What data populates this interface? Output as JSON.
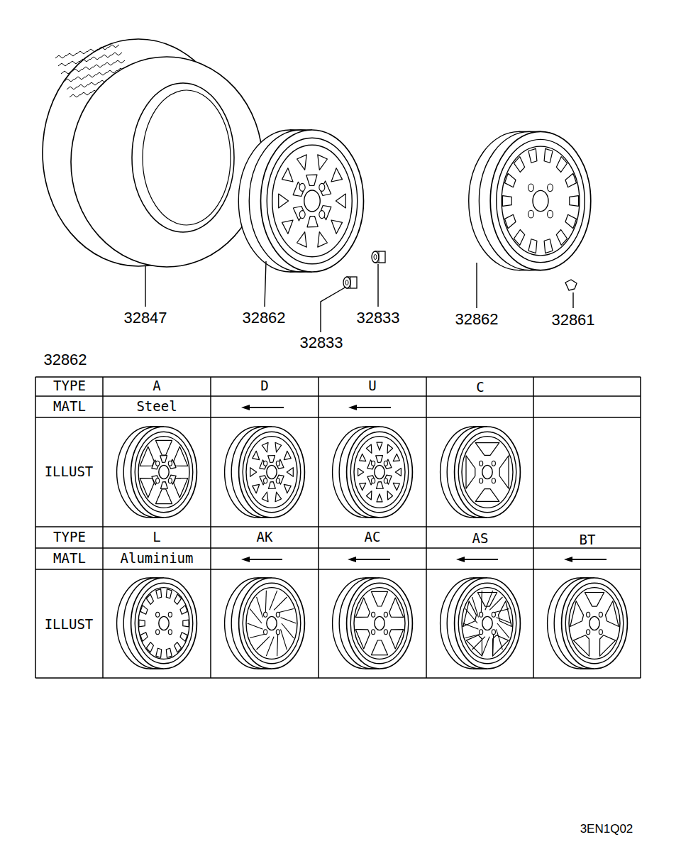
{
  "diagram": {
    "labels": [
      "32847",
      "32862",
      "32833",
      "32833",
      "32862",
      "32861",
      "32862",
      "TYPE",
      "A",
      "D",
      "U",
      "C",
      "MATL",
      "Steel",
      "ILLUST",
      "TYPE",
      "L",
      "AK",
      "AC",
      "AS",
      "BT",
      "MATL",
      "Aluminium",
      "ILLUST",
      "3EN1Q02"
    ]
  }
}
